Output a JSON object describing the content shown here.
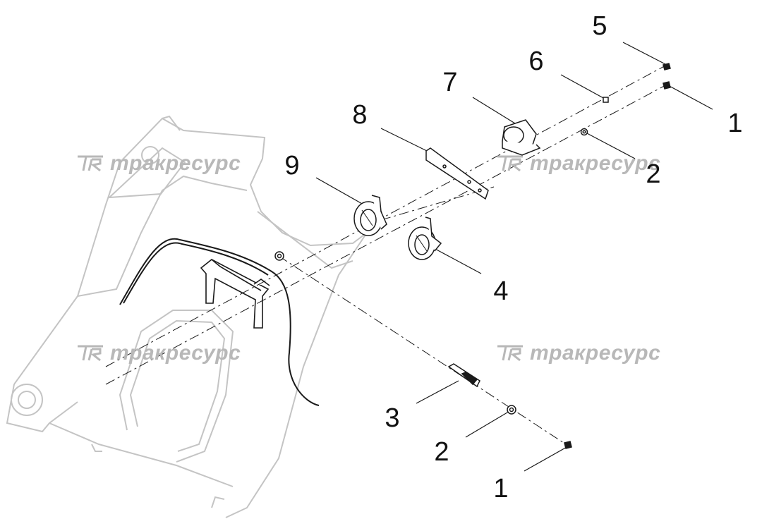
{
  "callouts": [
    {
      "id": "c1a",
      "label": "1"
    },
    {
      "id": "c1b",
      "label": "1"
    },
    {
      "id": "c2a",
      "label": "2"
    },
    {
      "id": "c2b",
      "label": "2"
    },
    {
      "id": "c3",
      "label": "3"
    },
    {
      "id": "c4",
      "label": "4"
    },
    {
      "id": "c5",
      "label": "5"
    },
    {
      "id": "c6",
      "label": "6"
    },
    {
      "id": "c7",
      "label": "7"
    },
    {
      "id": "c8",
      "label": "8"
    },
    {
      "id": "c9",
      "label": "9"
    }
  ],
  "watermark": {
    "text": "тракресурс",
    "logo_color": "#b8b8b8"
  }
}
